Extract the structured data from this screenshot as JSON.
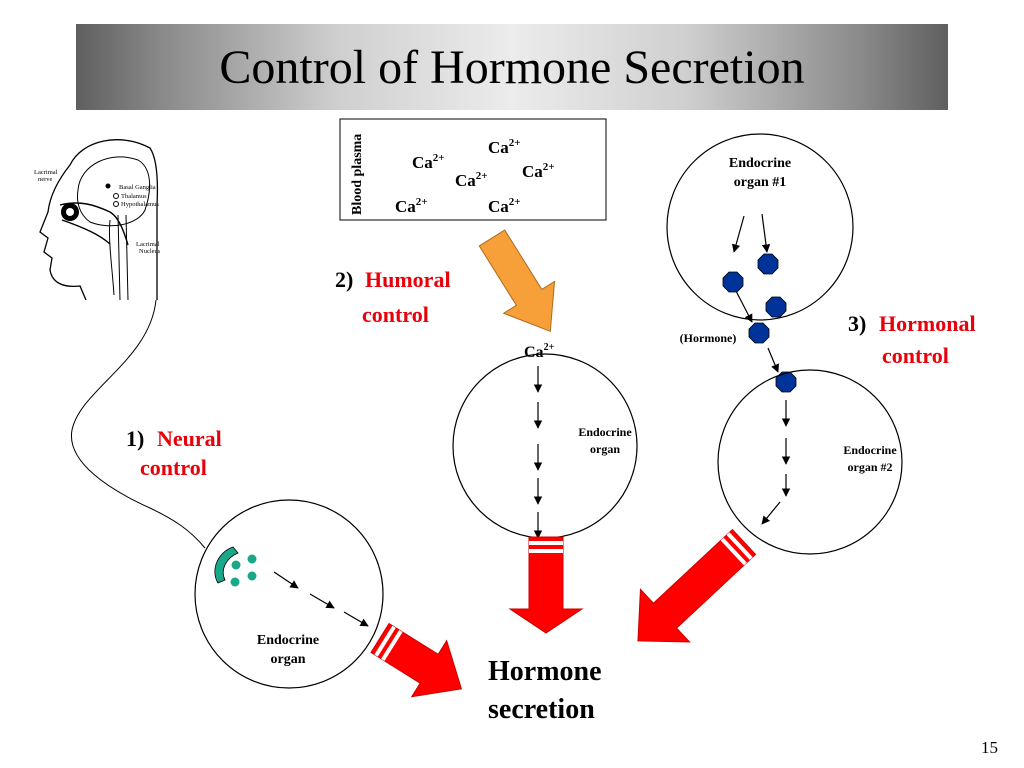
{
  "slide": {
    "title": "Control of Hormone Secretion",
    "page_number": "15"
  },
  "humoral": {
    "box_label": "Blood plasma",
    "ion": "Ca",
    "charge": "2+",
    "number": "2)",
    "word1": "Humoral",
    "word2": "control",
    "organ_line1": "Endocrine",
    "organ_line2": "organ"
  },
  "neural": {
    "number": "1)",
    "word1": "Neural",
    "word2": "control",
    "organ_line1": "Endocrine",
    "organ_line2": "organ",
    "brain_labels": {
      "lacrimal_nerve_1": "Lacrimal",
      "lacrimal_nerve_2": "nerve",
      "basal_ganglia": "Basal Ganglia",
      "thalamus": "Thalamus",
      "hypothalamus": "Hypothalamus",
      "lacrimal_nucleus_1": "Lacrimal",
      "lacrimal_nucleus_2": "Nucleus"
    }
  },
  "hormonal": {
    "number": "3)",
    "word1": "Hormonal",
    "word2": "control",
    "organ1_line1": "Endocrine",
    "organ1_line2": "organ #1",
    "hormone_label": "(Hormone)",
    "organ2_line1": "Endocrine",
    "organ2_line2": "organ #2"
  },
  "result": {
    "line1": "Hormone",
    "line2": "secretion"
  },
  "colors": {
    "red_accent": "#e8000b",
    "arrow_red": "#ff0000",
    "orange_arrow": "#f7a03a",
    "hormone_blue": "#003399",
    "vesicle_green": "#1aa88a"
  }
}
